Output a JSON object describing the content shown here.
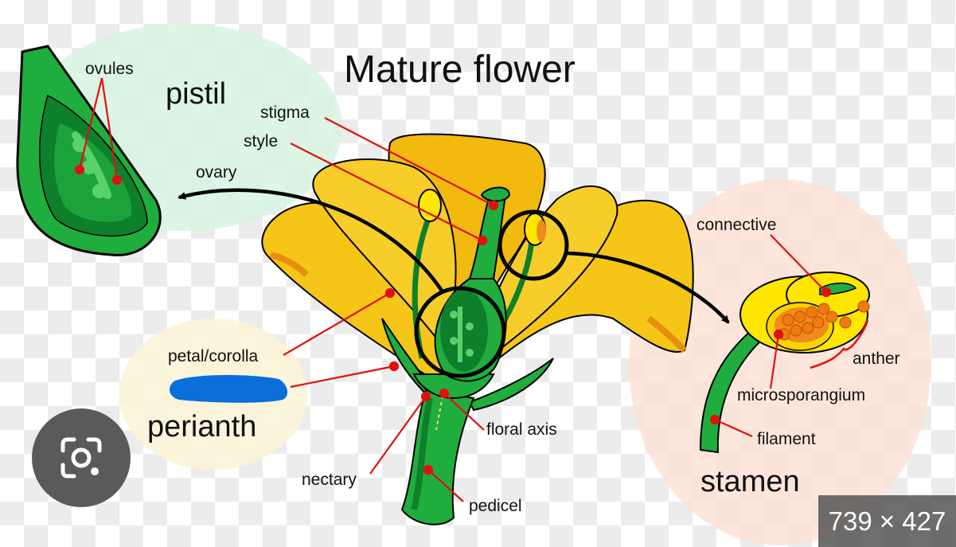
{
  "title": "Mature flower",
  "sections": {
    "pistil": "pistil",
    "perianth": "perianth",
    "stamen": "stamen"
  },
  "labels": {
    "ovules": "ovules",
    "stigma": "stigma",
    "style": "style",
    "ovary": "ovary",
    "petal": "petal/corolla",
    "nectary": "nectary",
    "floral_axis": "floral axis",
    "pedicel": "pedicel",
    "connective": "connective",
    "anther": "anther",
    "microsporangium": "microsporangium",
    "filament": "filament"
  },
  "overlay": {
    "image_size": "739 × 427",
    "lens_icon": "google-lens-icon"
  },
  "colors": {
    "petal": "#f5c518",
    "green_dark": "#0f8a2e",
    "green_light": "#22c24a",
    "leader_line": "#e01010",
    "pistil_bubble": "#d7f5e0",
    "perianth_bubble": "#fbf4d8",
    "stamen_bubble": "#fde3d6",
    "redaction": "#0a6fd8"
  }
}
